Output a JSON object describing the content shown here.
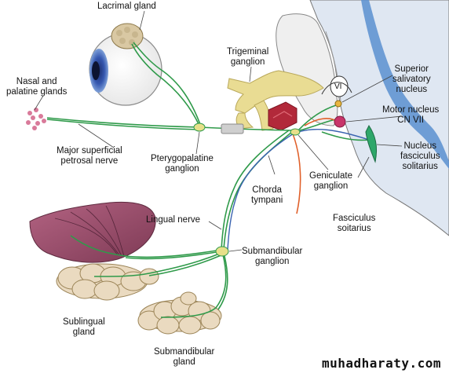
{
  "colors": {
    "nerve_green": "#2f9a4a",
    "nerve_blue": "#3a63b0",
    "nerve_orange": "#e0602a",
    "trigeminal": "#e9dc93",
    "brainstem": "#dfe7f2",
    "gland": "#eadac0",
    "tongue": "#9a4c68",
    "nucleus_red": "#c8356a",
    "fasciculus_green": "#2ea76a"
  },
  "labels": {
    "lacrimal_gland": "Lacrimal gland",
    "trigeminal_ganglion": "Trigeminal\nganglion",
    "nasal_palatine": "Nasal and\npalatine glands",
    "superior_salivatory": "Superior\nsalivatory\nnucleus",
    "motor_nucleus": "Motor nucleus\nCN VII",
    "nucleus_fasciculus": "Nucleus\nfasciculus\nsolitarius",
    "major_superficial": "Major superficial\npetrosal nerve",
    "pterygopalatine": "Pterygopalatine\nganglion",
    "geniculate": "Geniculate\nganglion",
    "chorda_tympani": "Chorda\ntympani",
    "fasciculus_soitarius": "Fasciculus\nsoitarius",
    "lingual_nerve": "Lingual nerve",
    "submandibular_ganglion": "Submandibular\nganglion",
    "sublingual_gland": "Sublingual\ngland",
    "submandibular_gland": "Submandibular\ngland",
    "cn_vi": "VI"
  },
  "watermark": "muhadharaty.com"
}
